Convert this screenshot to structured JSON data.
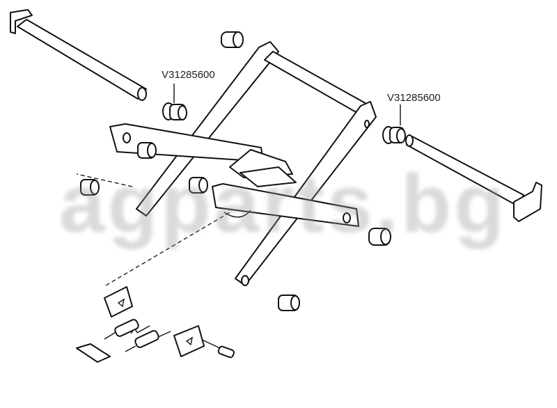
{
  "labels": {
    "left_part_number": "V31285600",
    "right_part_number": "V31285600"
  },
  "watermark": "agparts.bg"
}
